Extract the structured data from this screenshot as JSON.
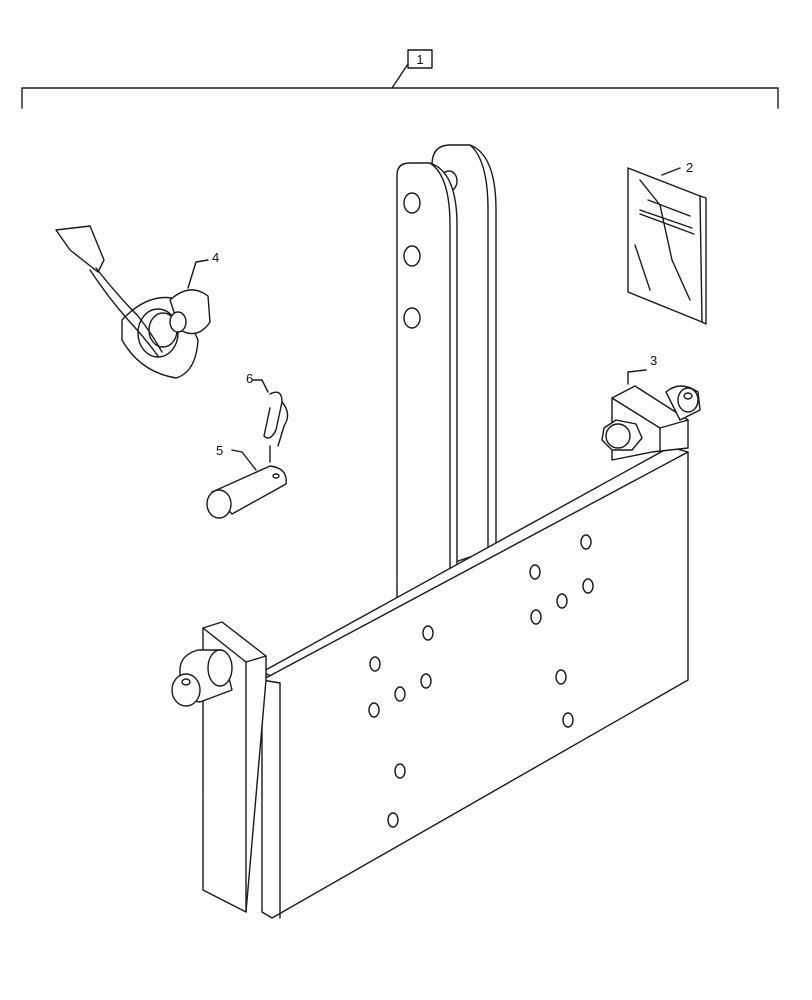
{
  "diagram": {
    "assembly_label": "1",
    "callouts": [
      {
        "id": "callout-2",
        "label": "2"
      },
      {
        "id": "callout-3",
        "label": "3"
      },
      {
        "id": "callout-4",
        "label": "4"
      },
      {
        "id": "callout-5",
        "label": "5"
      },
      {
        "id": "callout-6",
        "label": "6"
      }
    ]
  }
}
